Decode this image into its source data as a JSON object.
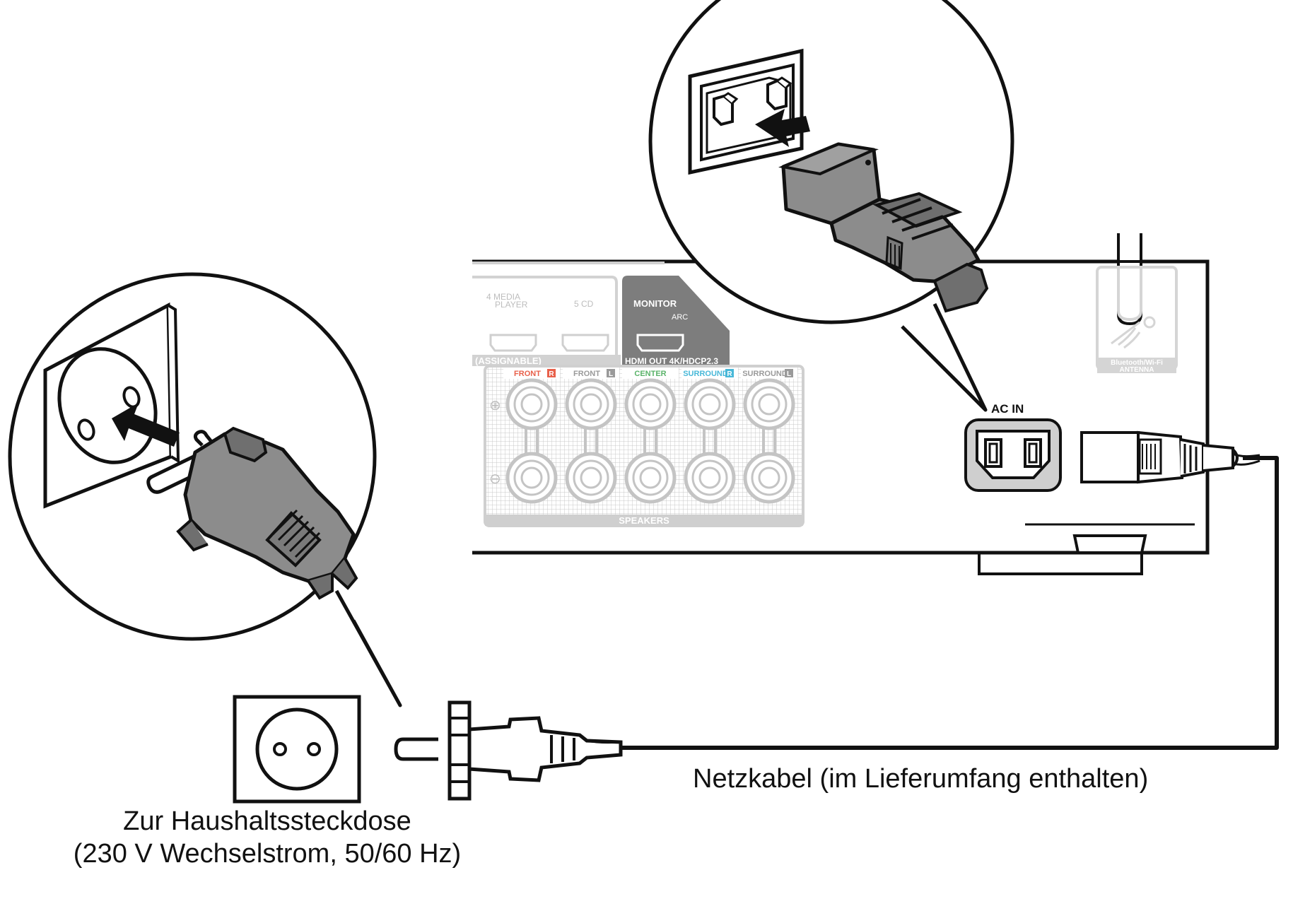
{
  "receiver": {
    "hdmi_inputs": [
      {
        "lines": [
          "4 MEDIA",
          "PLAYER"
        ]
      },
      {
        "lines": [
          "5 CD"
        ]
      }
    ],
    "hdmi_in_group_label": "(ASSIGNABLE)",
    "hdmi_out": {
      "lines": [
        "MONITOR",
        "ARC"
      ],
      "label": "HDMI OUT 4K/HDCP2.3"
    },
    "speaker_channels": [
      {
        "label": "FRONT",
        "badge": "R",
        "color": "#e8604a"
      },
      {
        "label": "FRONT",
        "badge": "L",
        "color": "#9a9a9a"
      },
      {
        "label": "CENTER",
        "badge": "",
        "color": "#5bb36a"
      },
      {
        "label": "SURROUND",
        "badge": "R",
        "color": "#48b8d8"
      },
      {
        "label": "SURROUND",
        "badge": "L",
        "color": "#9a9a9a"
      }
    ],
    "polarity": {
      "plus": "⊕",
      "minus": "⊖"
    },
    "speakers_label": "SPEAKERS",
    "antenna_label": [
      "Bluetooth/Wi-Fi",
      "ANTENNA"
    ],
    "ac_in_label": "AC IN"
  },
  "captions": {
    "outlet": [
      "Zur Haushaltssteckdose",
      "(230 V Wechselstrom, 50/60 Hz)"
    ],
    "cable": "Netzkabel (im Lieferumfang enthalten)"
  },
  "colors": {
    "line": "#111111",
    "panel_gray": "#cfcfcf",
    "plug_gray": "#8c8c8c",
    "plug_dark": "#6f6f6f",
    "monitor_gray": "#7d7d7d"
  }
}
